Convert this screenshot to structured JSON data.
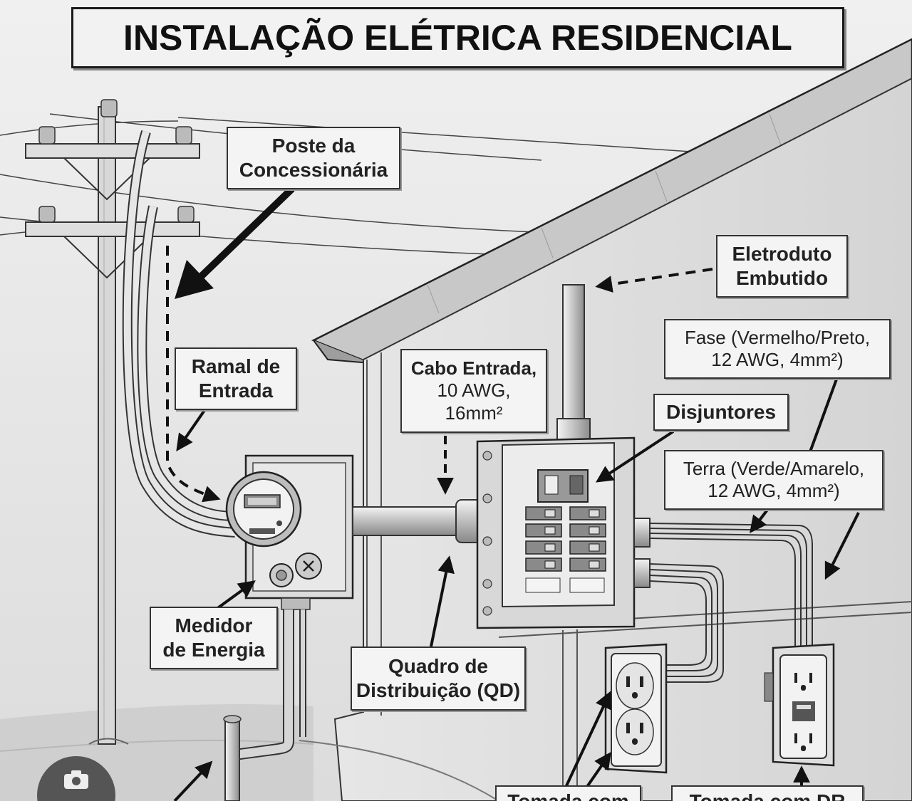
{
  "title": "INSTALAÇÃO ELÉTRICA RESIDENCIAL",
  "labels": {
    "poste": [
      "Poste da",
      "Concessionária"
    ],
    "eletroduto": [
      "Eletroduto",
      "Embutido"
    ],
    "fase": [
      "Fase (Vermelho/Preto,",
      "12 AWG, 4mm²)"
    ],
    "ramal": [
      "Ramal de",
      "Entrada"
    ],
    "cabo": [
      "Cabo Entrada,",
      "10 AWG,",
      "16mm²"
    ],
    "disjuntores": [
      "Disjuntores"
    ],
    "terra": [
      "Terra (Verde/Amarelo,",
      "12 AWG, 4mm²)"
    ],
    "medidor": [
      "Medidor",
      "de Energia"
    ],
    "quadro": [
      "Quadro de",
      "Distribuição (QD)"
    ],
    "tomada1": [
      "Tomada com"
    ],
    "tomada2": [
      "Tomada com DR"
    ]
  },
  "meter_icon": "x-mark-icon",
  "corner_icon": "camera-icon"
}
